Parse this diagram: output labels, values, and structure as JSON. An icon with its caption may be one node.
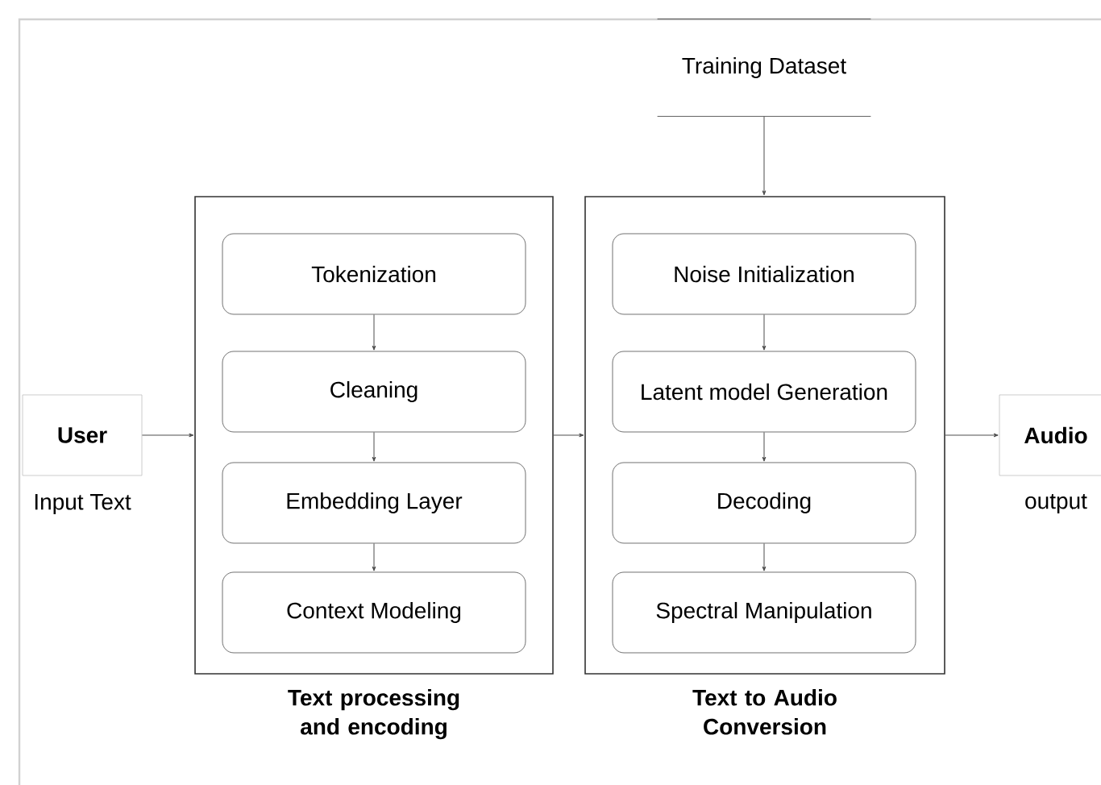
{
  "diagram": {
    "nodes": [
      {
        "text": [
          "User"
        ],
        "beside": [
          "Input Text"
        ]
      },
      {
        "text": [
          "Text processing and encoding"
        ]
      },
      {
        "text": [
          "Tokenization"
        ],
        "in": 1
      },
      {
        "text": [
          "Cleaning"
        ],
        "in": 1
      },
      {
        "text": [
          "Embedding Layer"
        ],
        "in": 1
      },
      {
        "text": [
          "Context Modeling"
        ],
        "in": 1
      },
      {
        "text": [
          "Training Dataset"
        ]
      },
      {
        "text": [
          "Text to Audio Conversion"
        ]
      },
      {
        "text": [
          "Noise Initialization"
        ],
        "in": 7
      },
      {
        "text": [
          "Latent model Generation"
        ],
        "in": 7
      },
      {
        "text": [
          "Decoding"
        ],
        "in": 7
      },
      {
        "text": [
          "Spectral Manipulation"
        ],
        "in": 7
      },
      {
        "text": [
          "Audio"
        ],
        "beside": [
          "output"
        ]
      }
    ],
    "edges": [
      {
        "from": 0,
        "to": 1,
        "arrow": "to"
      },
      {
        "from": 2,
        "to": 3,
        "arrow": "to"
      },
      {
        "from": 3,
        "to": 4,
        "arrow": "to"
      },
      {
        "from": 4,
        "to": 5,
        "arrow": "to"
      },
      {
        "from": 1,
        "to": 7,
        "arrow": "to"
      },
      {
        "from": 6,
        "to": 7,
        "arrow": "to"
      },
      {
        "from": 8,
        "to": 9,
        "arrow": "to"
      },
      {
        "from": 9,
        "to": 10,
        "arrow": "to"
      },
      {
        "from": 10,
        "to": 11,
        "arrow": "to"
      },
      {
        "from": 7,
        "to": 12,
        "arrow": "to"
      }
    ]
  }
}
